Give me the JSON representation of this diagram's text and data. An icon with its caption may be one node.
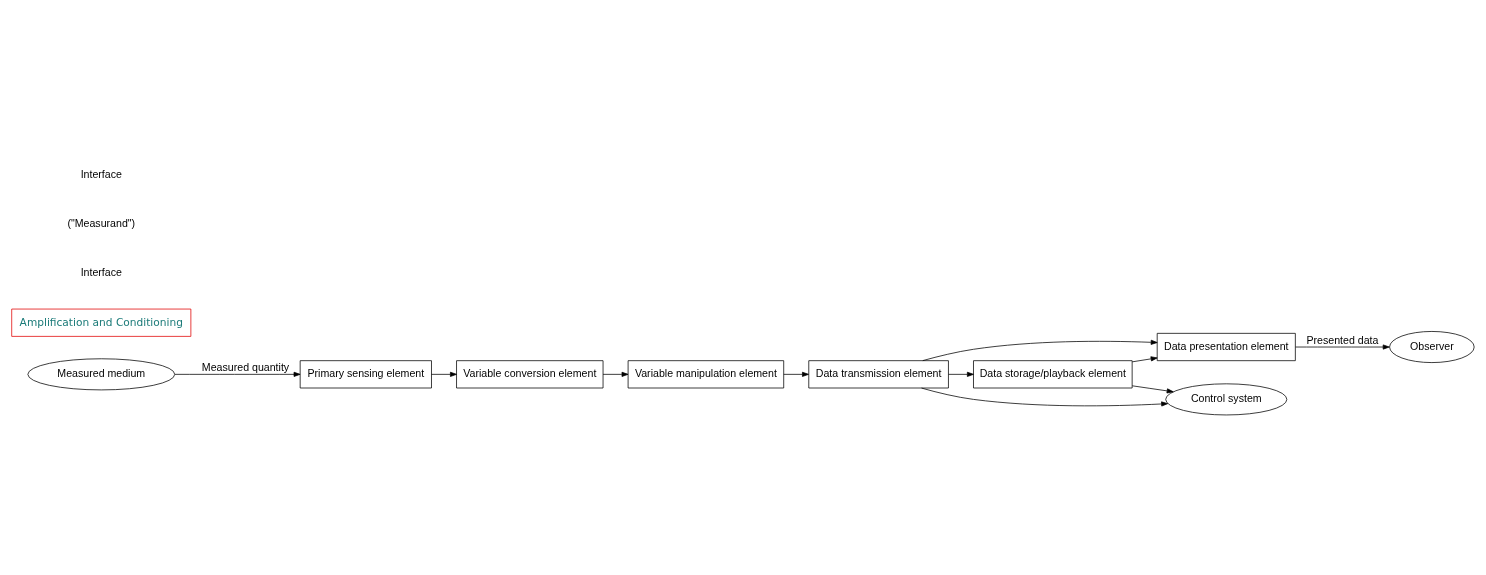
{
  "diagram": {
    "nodes": [
      {
        "text": [
          "Measured medium"
        ]
      },
      {
        "text": [
          "Primary sensing element"
        ]
      },
      {
        "text": [
          "Variable conversion element"
        ]
      },
      {
        "text": [
          "Variable manipulation element"
        ]
      },
      {
        "text": [
          "Data transmission element"
        ]
      },
      {
        "text": [
          "Data storage/playback element"
        ]
      },
      {
        "text": [
          "Data presentation element"
        ]
      },
      {
        "text": [
          "Observer"
        ]
      },
      {
        "text": [
          "Control system"
        ]
      },
      {
        "text": [
          "Amplification and Conditioning"
        ]
      }
    ],
    "edges": [
      {
        "from": 0,
        "to": 1,
        "arrow": "to",
        "label": "Measured quantity"
      },
      {
        "from": 1,
        "to": 2,
        "arrow": "to"
      },
      {
        "from": 2,
        "to": 3,
        "arrow": "to"
      },
      {
        "from": 3,
        "to": 4,
        "arrow": "to"
      },
      {
        "from": 4,
        "to": 5,
        "arrow": "to"
      },
      {
        "from": 5,
        "to": 6,
        "arrow": "to"
      },
      {
        "from": 4,
        "to": 6,
        "arrow": "to"
      },
      {
        "from": 6,
        "to": 7,
        "arrow": "to",
        "label": "Presented data"
      },
      {
        "from": 5,
        "to": 8,
        "arrow": "to"
      },
      {
        "from": 4,
        "to": 8,
        "arrow": "to"
      }
    ],
    "labels": [
      "Interface",
      "(\"Measurand\")",
      "Interface"
    ]
  }
}
